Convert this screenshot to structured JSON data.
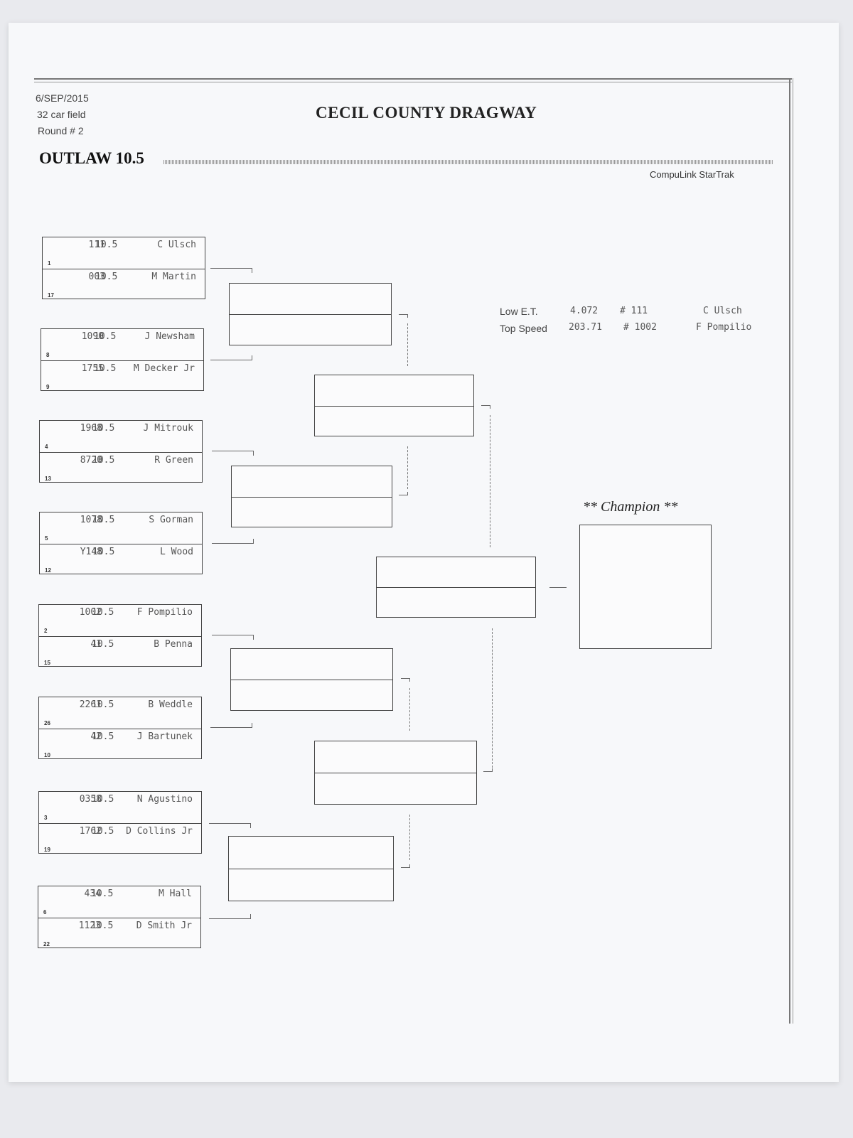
{
  "header": {
    "date": "6/SEP/2015",
    "field": "32 car field",
    "round": "Round # 2",
    "track": "CECIL COUNTY DRAGWAY",
    "class_name": "OUTLAW 10.5",
    "brand": "CompuLink StarTrak"
  },
  "stats": {
    "low_et": {
      "label": "Low  E.T.",
      "value": "4.072",
      "car": "# 111",
      "driver": "C Ulsch"
    },
    "top_speed": {
      "label": "Top Speed",
      "value": "203.71",
      "car": "# 1002",
      "driver": "F Pompilio"
    }
  },
  "pairings": [
    {
      "top": {
        "car": "111",
        "index": "10.5",
        "name": "C Ulsch",
        "seed": "1"
      },
      "bottom": {
        "car": "003",
        "index": "10.5",
        "name": "M Martin",
        "seed": "17"
      }
    },
    {
      "top": {
        "car": "1090",
        "index": "10.5",
        "name": "J Newsham",
        "seed": "8"
      },
      "bottom": {
        "car": "1755",
        "index": "10.5",
        "name": "M Decker Jr",
        "seed": "9"
      }
    },
    {
      "top": {
        "car": "1968",
        "index": "10.5",
        "name": "J Mitrouk",
        "seed": "4"
      },
      "bottom": {
        "car": "8720",
        "index": "10.5",
        "name": "R Green",
        "seed": "13"
      }
    },
    {
      "top": {
        "car": "1078",
        "index": "10.5",
        "name": "S Gorman",
        "seed": "5"
      },
      "bottom": {
        "car": "Y148",
        "index": "10.5",
        "name": "L Wood",
        "seed": "12"
      }
    },
    {
      "top": {
        "car": "1002",
        "index": "10.5",
        "name": "F Pompilio",
        "seed": "2"
      },
      "bottom": {
        "car": "41",
        "index": "10.5",
        "name": "B Penna",
        "seed": "15"
      }
    },
    {
      "top": {
        "car": "2261",
        "index": "10.5",
        "name": "B Weddle",
        "seed": "26"
      },
      "bottom": {
        "car": "42",
        "index": "10.5",
        "name": "J Bartunek",
        "seed": "10"
      }
    },
    {
      "top": {
        "car": "0358",
        "index": "10.5",
        "name": "N Agustino",
        "seed": "3"
      },
      "bottom": {
        "car": "1762",
        "index": "10.5",
        "name": "D Collins Jr",
        "seed": "19"
      }
    },
    {
      "top": {
        "car": "434",
        "index": "10.5",
        "name": "M Hall",
        "seed": "6"
      },
      "bottom": {
        "car": "1123",
        "index": "10.5",
        "name": "D Smith Jr",
        "seed": "22"
      }
    }
  ],
  "champion_label": "** Champion **"
}
